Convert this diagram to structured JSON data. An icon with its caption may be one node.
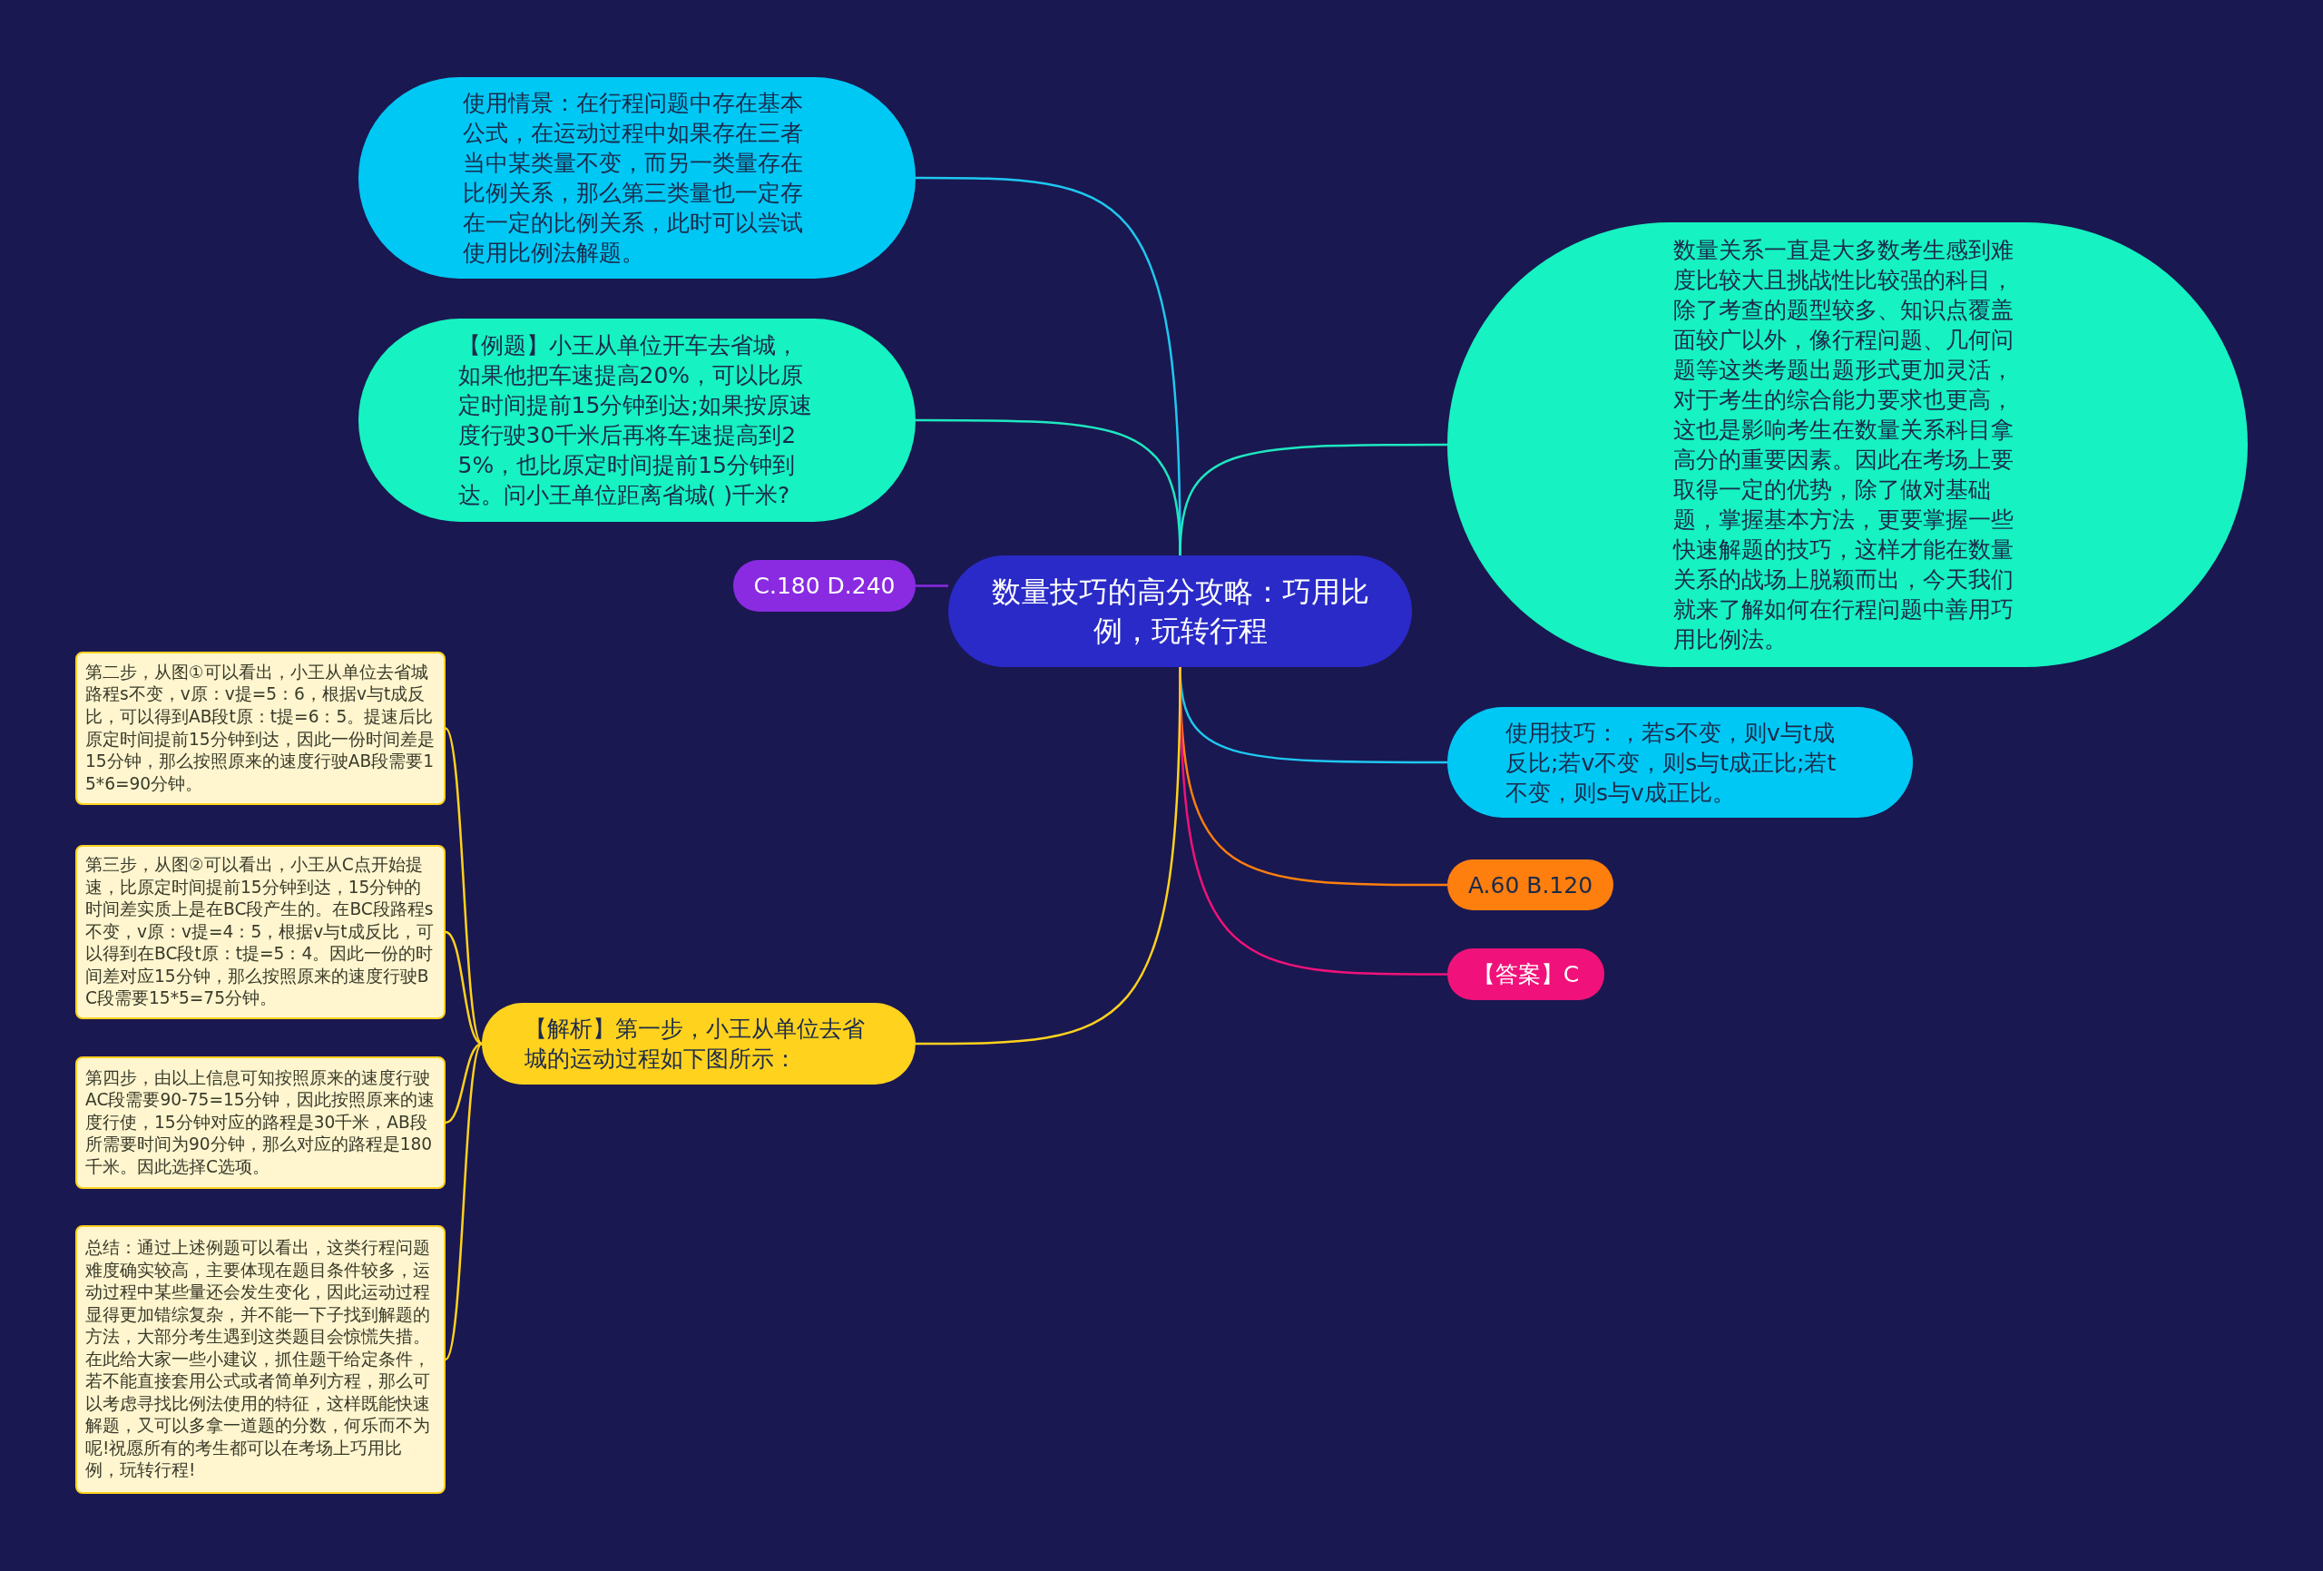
{
  "diagram": {
    "nodes": [
      {
        "text": [
          "数量技巧的高分攻略：巧用比例，玩转行程"
        ]
      },
      {
        "text": [
          "使用情景：在行程问题中存在基本公式，在运动过程中如果存在三者当中某类量不变，而另一类量存在比例关系，那么第三类量也一定存在一定的比例关系，此时可以尝试使用比例法解题。"
        ]
      },
      {
        "text": [
          "【例题】小王从单位开车去省城，如果他把车速提高20%，可以比原定时间提前15分钟到达;如果按原速度行驶30千米后再将车速提高到25%，也比原定时间提前15分钟到达。问小王单位距离省城( )千米?"
        ]
      },
      {
        "text": [
          "C.180 D.240"
        ]
      },
      {
        "text": [
          "数量关系一直是大多数考生感到难度比较大且挑战性比较强的科目，除了考查的题型较多、知识点覆盖面较广以外，像行程问题、几何问题等这类考题出题形式更加灵活，对于考生的综合能力要求也更高，这也是影响考生在数量关系科目拿高分的重要因素。因此在考场上要取得一定的优势，除了做对基础题，掌握基本方法，更要掌握一些快速解题的技巧，这样才能在数量关系的战场上脱颖而出，今天我们就来了解如何在行程问题中善用巧用比例法。"
        ]
      },
      {
        "text": [
          "使用技巧：，若s不变，则v与t成反比;若v不变，则s与t成正比;若t不变，则s与v成正比。"
        ]
      },
      {
        "text": [
          "A.60 B.120"
        ]
      },
      {
        "text": [
          "【答案】C"
        ]
      },
      {
        "text": [
          "【解析】第一步，小王从单位去省城的运动过程如下图所示："
        ]
      },
      {
        "text": [
          "第二步，从图①可以看出，小王从单位去省城路程s不变，v原：v提=5：6，根据v与t成反比，可以得到AB段t原：t提=6：5。提速后比原定时间提前15分钟到达，因此一份时间差是15分钟，那么按照原来的速度行驶AB段需要15*6=90分钟。"
        ]
      },
      {
        "text": [
          "第三步，从图②可以看出，小王从C点开始提速，比原定时间提前15分钟到达，15分钟的时间差实质上是在BC段产生的。在BC段路程s不变，v原：v提=4：5，根据v与t成反比，可以得到在BC段t原：t提=5：4。因此一份的时间差对应15分钟，那么按照原来的速度行驶BC段需要15*5=75分钟。"
        ]
      },
      {
        "text": [
          "第四步，由以上信息可知按照原来的速度行驶AC段需要90-75=15分钟，因此按照原来的速度行使，15分钟对应的路程是30千米，AB段所需要时间为90分钟，那么对应的路程是180千米。因此选择C选项。"
        ]
      },
      {
        "text": [
          "总结：通过上述例题可以看出，这类行程问题难度确实较高，主要体现在题目条件较多，运动过程中某些量还会发生变化，因此运动过程显得更加错综复杂，并不能一下子找到解题的方法，大部分考生遇到这类题目会惊慌失措。在此给大家一些小建议，抓住题干给定条件，若不能直接套用公式或者简单列方程，那么可以考虑寻找比例法使用的特征，这样既能快速解题，又可以多拿一道题的分数，何乐而不为呢!祝愿所有的考生都可以在考场上巧用比例，玩转行程!"
        ]
      }
    ],
    "edges": [
      {
        "from": 0,
        "to": 1,
        "arrow": "none",
        "color": "#1ec8f0"
      },
      {
        "from": 0,
        "to": 2,
        "arrow": "none",
        "color": "#1ee8c0"
      },
      {
        "from": 0,
        "to": 3,
        "arrow": "none",
        "color": "#8a2be2"
      },
      {
        "from": 0,
        "to": 4,
        "arrow": "none",
        "color": "#1ee8c0"
      },
      {
        "from": 0,
        "to": 5,
        "arrow": "none",
        "color": "#1ec8f0"
      },
      {
        "from": 0,
        "to": 6,
        "arrow": "none",
        "color": "#ff7f0e"
      },
      {
        "from": 0,
        "to": 7,
        "arrow": "none",
        "color": "#f0127a"
      },
      {
        "from": 0,
        "to": 8,
        "arrow": "none",
        "color": "#ffd21e"
      },
      {
        "from": 8,
        "to": 9,
        "arrow": "none",
        "color": "#ffd21e"
      },
      {
        "from": 8,
        "to": 10,
        "arrow": "none",
        "color": "#ffd21e"
      },
      {
        "from": 8,
        "to": 11,
        "arrow": "none",
        "color": "#ffd21e"
      },
      {
        "from": 8,
        "to": 12,
        "arrow": "none",
        "color": "#ffd21e"
      }
    ]
  }
}
